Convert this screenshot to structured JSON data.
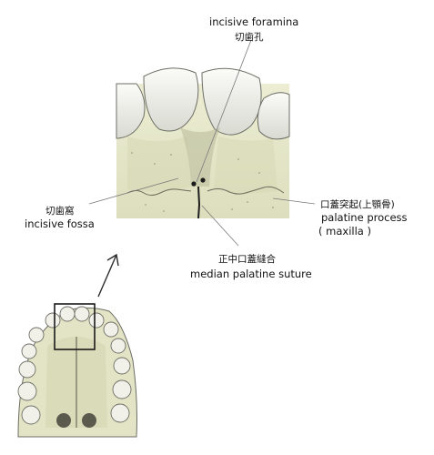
{
  "labels": {
    "incisive_foramina": {
      "en": "incisive foramina",
      "jp": "切歯孔"
    },
    "incisive_fossa": {
      "en": "incisive fossa",
      "jp": "切歯窩"
    },
    "palatine_process": {
      "jp": "口蓋突起(上顎骨)",
      "en": "palatine process",
      "en2": "( maxilla )"
    },
    "median_palatine_suture": {
      "jp": "正中口蓋縫合",
      "en": "median palatine suture"
    }
  },
  "colors": {
    "bone": "#e6e7c9",
    "bone_shadow": "#c9cba6",
    "tooth": "#f4f4ee",
    "tooth_shadow": "#b9bcb2",
    "line": "#2b2b2b",
    "leader": "#7a7a7a"
  },
  "icons": {
    "arrow": "arrow-up-right-icon"
  }
}
